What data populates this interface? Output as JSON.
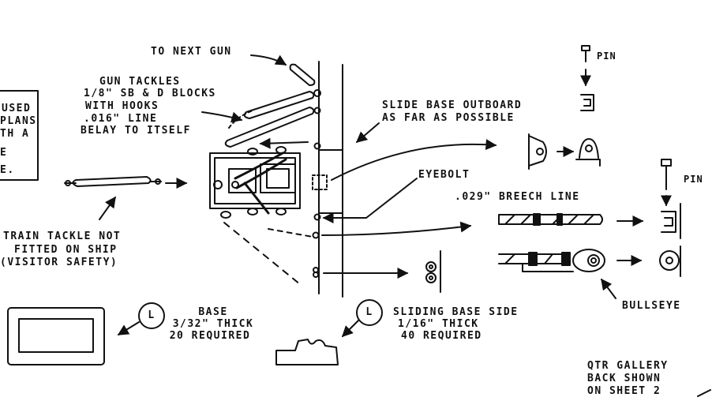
{
  "labels": {
    "to_next_gun": "TO NEXT GUN",
    "gun_tackles": [
      "GUN TACKLES",
      "1/8\" SB & D BLOCKS",
      "WITH HOOKS",
      ".016\" LINE",
      "BELAY TO ITSELF"
    ],
    "left_box": [
      "USED",
      "PLANS",
      "TH A",
      "E",
      "E."
    ],
    "train_tackle": [
      "TRAIN TACKLE NOT",
      "FITTED ON SHIP",
      "(VISITOR SAFETY)"
    ],
    "slide_base": [
      "SLIDE BASE OUTBOARD",
      "AS FAR AS POSSIBLE"
    ],
    "eyebolt": "EYEBOLT",
    "breech_line": ".029\" BREECH LINE",
    "pin_top": "PIN",
    "pin_right": "PIN",
    "bullseye": "BULLSEYE",
    "base": [
      "BASE",
      "3/32\" THICK",
      "20 REQUIRED"
    ],
    "sliding_base": [
      "SLIDING BASE SIDE",
      "1/16\" THICK",
      "40 REQUIRED"
    ],
    "qtr_gallery": [
      "QTR GALLERY",
      "BACK SHOWN",
      "ON SHEET 2"
    ],
    "circle_letter_1": "L",
    "circle_letter_2": "L"
  }
}
